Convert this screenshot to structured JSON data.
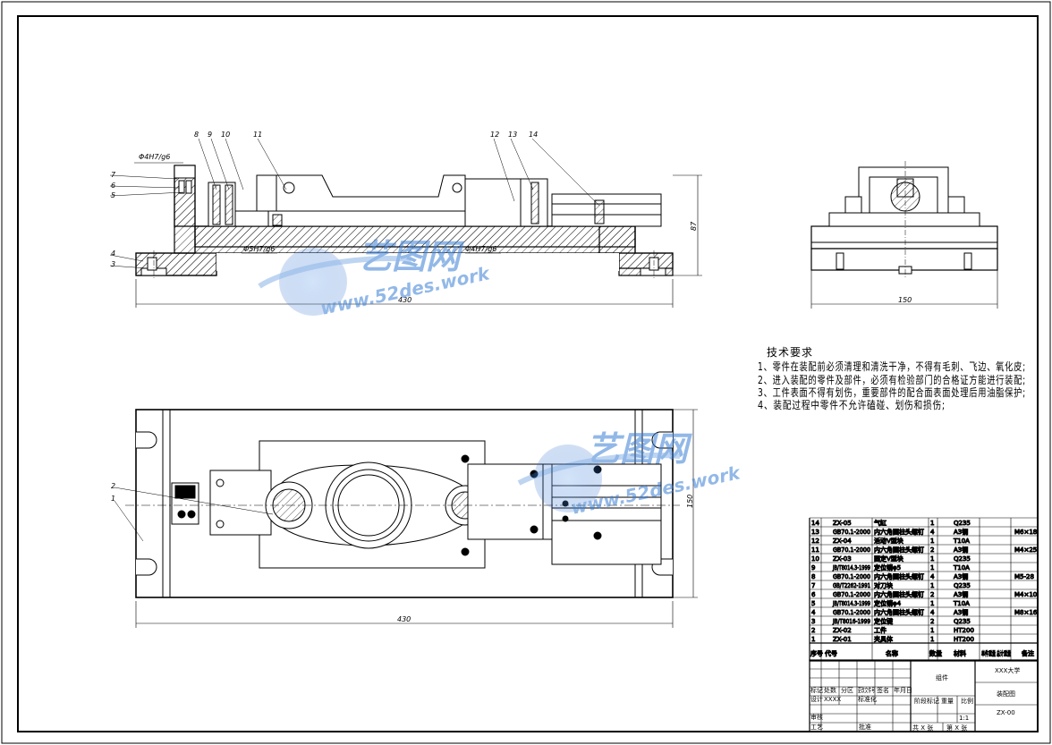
{
  "drawing": {
    "dims": {
      "front_width": "430",
      "front_height": "87",
      "side_width": "150",
      "plan_width": "430",
      "plan_height": "150",
      "fit_top_left": "Φ4H7/g6",
      "fit_mid": "Φ5H7/g6",
      "fit_right": "Φ4H7/g6"
    },
    "balloons_front": [
      "7",
      "6",
      "5",
      "4",
      "3",
      "8",
      "9",
      "10",
      "11",
      "12",
      "13",
      "14"
    ],
    "balloons_plan": [
      "2",
      "1"
    ],
    "watermark": {
      "brand": "艺图网",
      "url": "www.52des.work"
    }
  },
  "tech_requirements": {
    "title": "技术要求",
    "items": [
      "1、零件在装配前必须清理和清洗干净，不得有毛刺、飞边、氧化皮;",
      "2、进入装配的零件及部件，必须有检验部门的合格证方能进行装配;",
      "3、工件表面不得有划伤，重要部件的配合面表面处理后用油脂保护;",
      "4、装配过程中零件不允许磕碰、划伤和损伤;"
    ]
  },
  "bom": {
    "header": [
      "序号",
      "代号",
      "名称",
      "数量",
      "材料",
      "单件重量",
      "总计重量",
      "备注"
    ],
    "rows": [
      {
        "no": "14",
        "code": "ZX-05",
        "name": "气缸",
        "qty": "1",
        "mat": "Q235",
        "note": ""
      },
      {
        "no": "13",
        "code": "GB70.1-2000",
        "name": "内六角圆柱头螺钉",
        "qty": "4",
        "mat": "A3钢",
        "note": "M6×18"
      },
      {
        "no": "12",
        "code": "ZX-04",
        "name": "活动V型块",
        "qty": "1",
        "mat": "T10A",
        "note": ""
      },
      {
        "no": "11",
        "code": "GB70.1-2000",
        "name": "内六角圆柱头螺钉",
        "qty": "2",
        "mat": "A3钢",
        "note": "M4×25"
      },
      {
        "no": "10",
        "code": "ZX-03",
        "name": "固定V型块",
        "qty": "1",
        "mat": "Q235",
        "note": ""
      },
      {
        "no": "9",
        "code": "JB/T8014.3-1999",
        "name": "定位销φ5",
        "qty": "1",
        "mat": "T10A",
        "note": ""
      },
      {
        "no": "8",
        "code": "GB70.1-2000",
        "name": "内六角圆柱头螺钉",
        "qty": "4",
        "mat": "A3钢",
        "note": "M5-28"
      },
      {
        "no": "7",
        "code": "GB/T2262-1991",
        "name": "对刀块",
        "qty": "1",
        "mat": "Q235",
        "note": ""
      },
      {
        "no": "6",
        "code": "GB70.1-2000",
        "name": "内六角圆柱头螺钉",
        "qty": "2",
        "mat": "A3钢",
        "note": "M4×10"
      },
      {
        "no": "5",
        "code": "JB/T8014.3-1999",
        "name": "定位销φ4",
        "qty": "1",
        "mat": "T10A",
        "note": ""
      },
      {
        "no": "4",
        "code": "GB70.1-2000",
        "name": "内六角圆柱头螺钉",
        "qty": "4",
        "mat": "A3钢",
        "note": "M8×16"
      },
      {
        "no": "3",
        "code": "JB/T8016-1999",
        "name": "定位键",
        "qty": "2",
        "mat": "Q235",
        "note": ""
      },
      {
        "no": "2",
        "code": "ZX-02",
        "name": "工件",
        "qty": "1",
        "mat": "HT200",
        "note": ""
      },
      {
        "no": "1",
        "code": "ZX-01",
        "name": "夹具体",
        "qty": "1",
        "mat": "HT200",
        "note": ""
      }
    ]
  },
  "title_block": {
    "school": "XXX大学",
    "assembly": "组件",
    "drawing_name": "装配图",
    "drawing_no": "ZX-00",
    "scale_label": "比例",
    "scale": "1:1",
    "mass_label": "重量",
    "stage_label": "阶段标记",
    "sheet": "共 X 张",
    "sheet_no": "第 X 张",
    "rows": [
      "标记",
      "处数",
      "分区",
      "更改文件号",
      "签名",
      "年月日"
    ],
    "designer_label": "设计",
    "designer": "XXXX",
    "std_label": "标准化",
    "audit_label": "审核",
    "process_label": "工艺",
    "approve_label": "批准"
  },
  "colors": {
    "line": "#000000",
    "hatch": "#000000",
    "watermark": "#3a7fd5"
  }
}
